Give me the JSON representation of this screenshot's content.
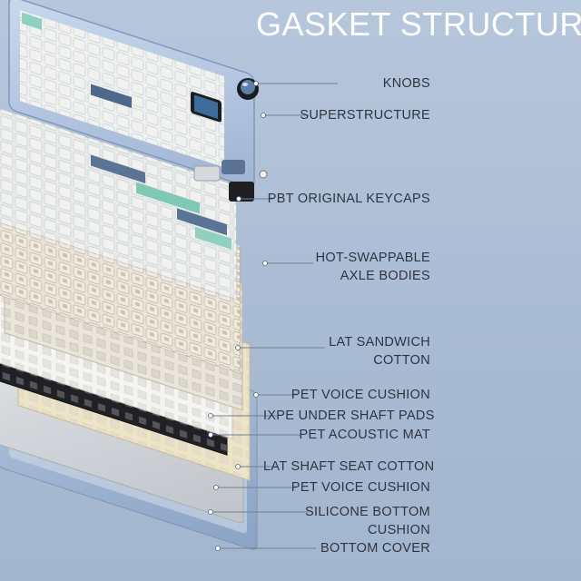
{
  "title": "GASKET STRUCTURE",
  "labels": [
    {
      "lines": [
        "KNOBS"
      ]
    },
    {
      "lines": [
        "SUPERSTRUCTURE"
      ]
    },
    {
      "lines": [
        "PBT ORIGINAL KEYCAPS"
      ]
    },
    {
      "lines": [
        "HOT-SWAPPABLE",
        "AXLE BODIES"
      ]
    },
    {
      "lines": [
        "LAT SANDWICH",
        "COTTON"
      ]
    },
    {
      "lines": [
        "PET VOICE CUSHION"
      ]
    },
    {
      "lines": [
        "IXPE UNDER SHAFT PADS"
      ]
    },
    {
      "lines": [
        "PET ACOUSTIC MAT"
      ]
    },
    {
      "lines": [
        "LAT SHAFT SEAT COTTON"
      ]
    },
    {
      "lines": [
        "PET VOICE CUSHION"
      ]
    },
    {
      "lines": [
        "SILICONE BOTTOM",
        "CUSHION"
      ]
    },
    {
      "lines": [
        "BOTTOM COVER"
      ]
    }
  ],
  "colors": {
    "background": "#aebfd6",
    "title": "#ffffff",
    "label_text": "#2e3440",
    "leader_line": "#6f8096"
  }
}
